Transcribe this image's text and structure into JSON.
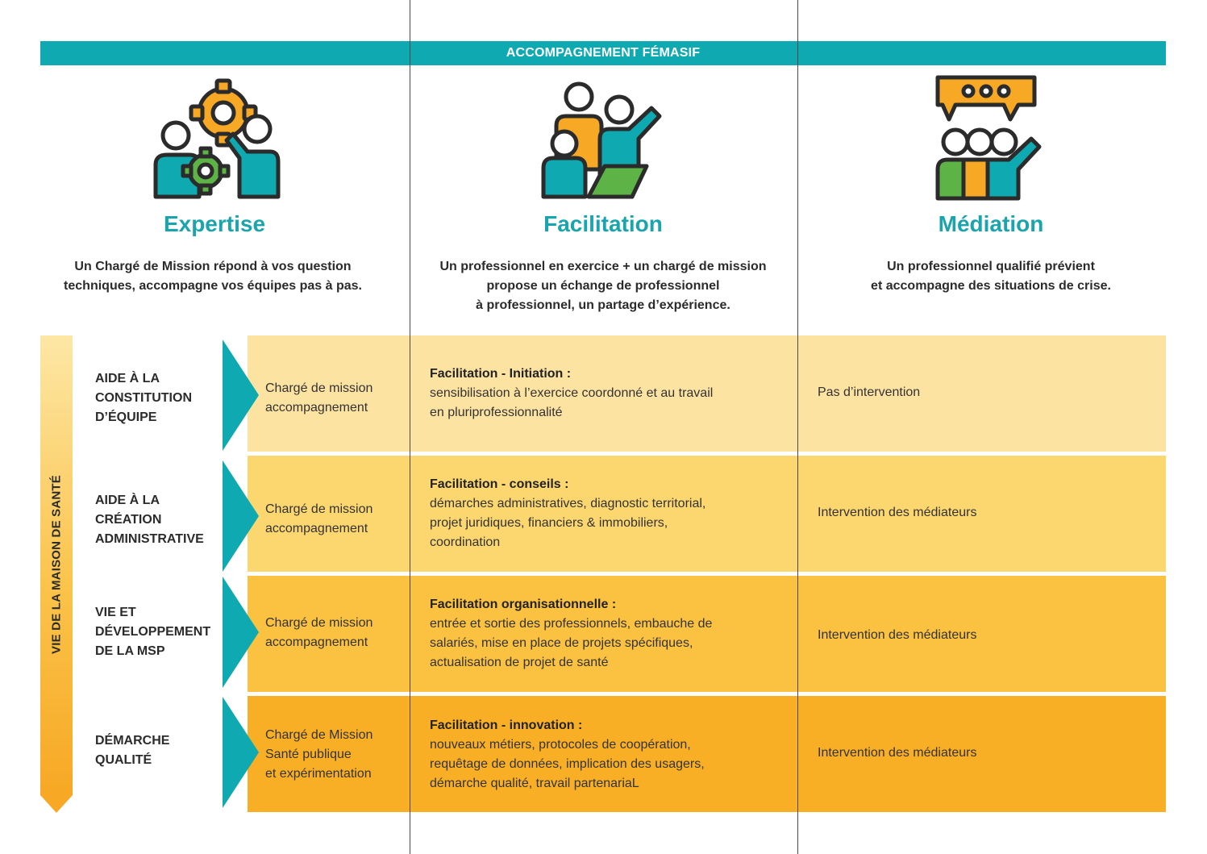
{
  "banner": "ACCOMPAGNEMENT FÉMASIF",
  "colors": {
    "teal": "#0fa9b1",
    "orange": "#f7a824",
    "green": "#5db346",
    "row_1": "#fde3a2",
    "row_2": "#fcd66f",
    "row_3": "#fbc140",
    "row_4": "#f9af25"
  },
  "columns": [
    {
      "icon": "expertise-gears-people-icon",
      "title": "Expertise",
      "desc_lines": [
        "Un Chargé de Mission répond à vos question",
        "techniques, accompagne vos équipes pas à pas."
      ]
    },
    {
      "icon": "facilitation-people-laptop-icon",
      "title": "Facilitation",
      "desc_lines": [
        "Un professionnel en exercice + un chargé de mission",
        "propose un échange de professionnel",
        "à professionnel, un partage d’expérience."
      ]
    },
    {
      "icon": "mediation-speech-bubble-group-icon",
      "title": "Médiation",
      "desc_lines": [
        "Un professionnel qualifié prévient",
        "et accompagne des situations de crise."
      ]
    }
  ],
  "side_label": "VIE DE LA MAISON DE SANTÉ",
  "rows": [
    {
      "label_lines": [
        "AIDE À LA",
        "CONSTITUTION",
        "D’ÉQUIPE"
      ],
      "expertise_lines": [
        "Chargé de mission",
        "accompagnement"
      ],
      "facilitation_title": "Facilitation - Initiation :",
      "facilitation_lines": [
        "sensibilisation à l’exercice coordonné et au travail",
        "en pluriprofessionnalité"
      ],
      "mediation": "Pas d’intervention"
    },
    {
      "label_lines": [
        "AIDE À LA",
        "CRÉATION",
        "ADMINISTRATIVE"
      ],
      "expertise_lines": [
        "Chargé de mission",
        "accompagnement"
      ],
      "facilitation_title": "Facilitation - conseils :",
      "facilitation_lines": [
        "démarches administratives, diagnostic territorial,",
        "projet juridiques, financiers & immobiliers,",
        "coordination"
      ],
      "mediation": "Intervention des médiateurs"
    },
    {
      "label_lines": [
        "VIE ET",
        "DÉVELOPPEMENT",
        "DE LA MSP"
      ],
      "expertise_lines": [
        "Chargé de mission",
        "accompagnement"
      ],
      "facilitation_title": "Facilitation organisationnelle :",
      "facilitation_lines": [
        "entrée et sortie des professionnels, embauche de",
        "salariés, mise en place de projets spécifiques,",
        "actualisation de projet de santé"
      ],
      "mediation": "Intervention des médiateurs"
    },
    {
      "label_lines": [
        "DÉMARCHE",
        "QUALITÉ"
      ],
      "expertise_lines": [
        "Chargé de Mission",
        "Santé publique",
        "et expérimentation"
      ],
      "facilitation_title": "Facilitation - innovation :",
      "facilitation_lines": [
        "nouveaux métiers, protocoles de coopération,",
        "requêtage de données, implication des usagers,",
        "démarche qualité, travail partenariaL"
      ],
      "mediation": "Intervention des médiateurs"
    }
  ]
}
